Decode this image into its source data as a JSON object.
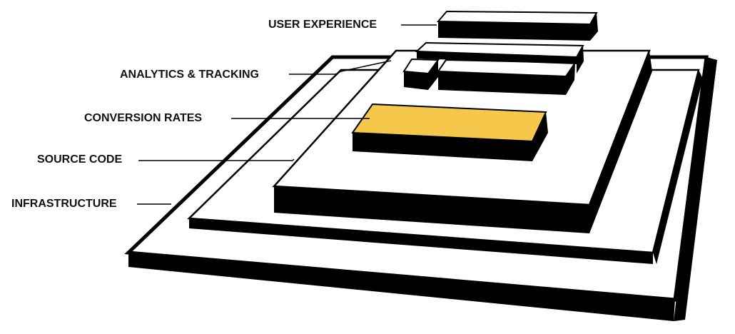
{
  "layers": [
    {
      "id": "user-experience",
      "label": "USER EXPERIENCE"
    },
    {
      "id": "analytics-tracking",
      "label": "ANALYTICS & TRACKING"
    },
    {
      "id": "conversion-rates",
      "label": "CONVERSION RATES"
    },
    {
      "id": "source-code",
      "label": "SOURCE CODE"
    },
    {
      "id": "infrastructure",
      "label": "INFRASTRUCTURE"
    }
  ],
  "colors": {
    "outline": "#000000",
    "surface": "#ffffff",
    "highlight": "#f5c84c"
  }
}
